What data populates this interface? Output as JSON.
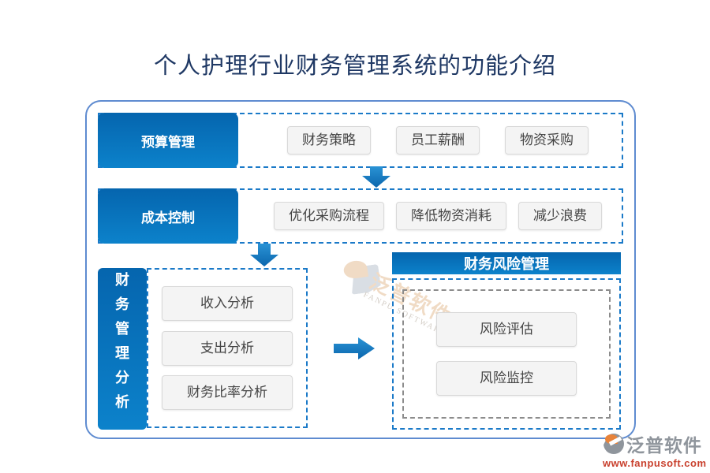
{
  "title": "个人护理行业财务管理系统的功能介绍",
  "flow": {
    "budget": {
      "label": "预算管理",
      "items": [
        "财务策略",
        "员工薪酬",
        "物资采购"
      ]
    },
    "cost": {
      "label": "成本控制",
      "items": [
        "优化采购流程",
        "降低物资消耗",
        "减少浪费"
      ]
    },
    "analysis": {
      "label": "财务管理分析",
      "items": [
        "收入分析",
        "支出分析",
        "财务比率分析"
      ]
    },
    "risk": {
      "label": "财务风险管理",
      "items": [
        "风险评估",
        "风险监控"
      ]
    }
  },
  "watermark": {
    "brand": "泛普软件",
    "brand_en": "FANPU SOFTWARE"
  },
  "footer": {
    "brand": "泛普软件",
    "url": "www.fanpusoft.com"
  },
  "colors": {
    "accent_blue": "#0e76c0",
    "dashed_blue": "#1b7ac8",
    "outer_border": "#5e8bd0",
    "title_color": "#1f3864",
    "logo_red": "#c9412e"
  }
}
